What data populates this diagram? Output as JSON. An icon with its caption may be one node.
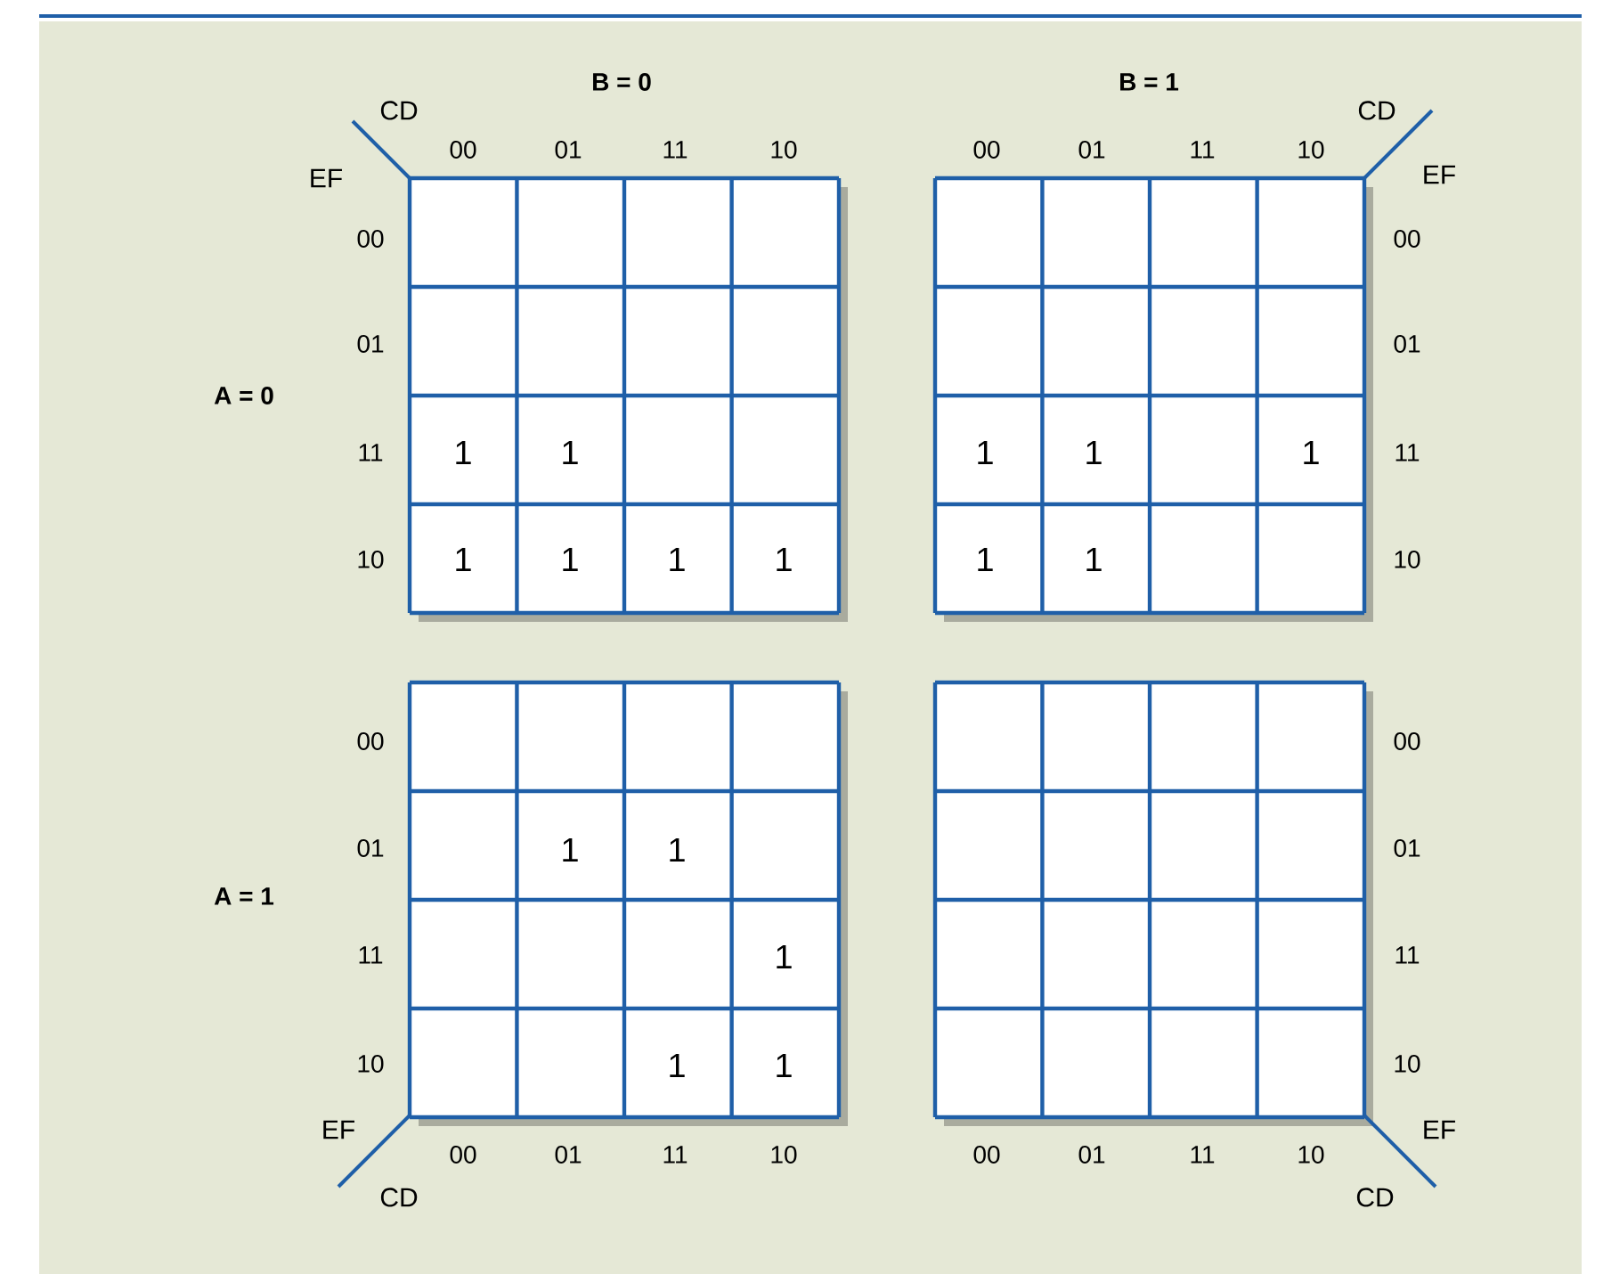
{
  "diagram": {
    "labels": [
      "B = 0",
      "B = 1",
      "CD",
      "CD",
      "00",
      "01",
      "11",
      "10",
      "00",
      "01",
      "11",
      "10",
      "EF",
      "EF",
      "00",
      "00",
      "01",
      "01",
      "A = 0",
      "11",
      "1",
      "1",
      "1",
      "1",
      "1",
      "11",
      "10",
      "1",
      "1",
      "1",
      "1",
      "1",
      "1",
      "10",
      "00",
      "00",
      "01",
      "1",
      "1",
      "01",
      "A = 1",
      "11",
      "1",
      "11",
      "10",
      "1",
      "1",
      "10",
      "EF",
      "EF",
      "00",
      "01",
      "11",
      "10",
      "00",
      "01",
      "11",
      "10",
      "CD",
      "CD"
    ]
  }
}
